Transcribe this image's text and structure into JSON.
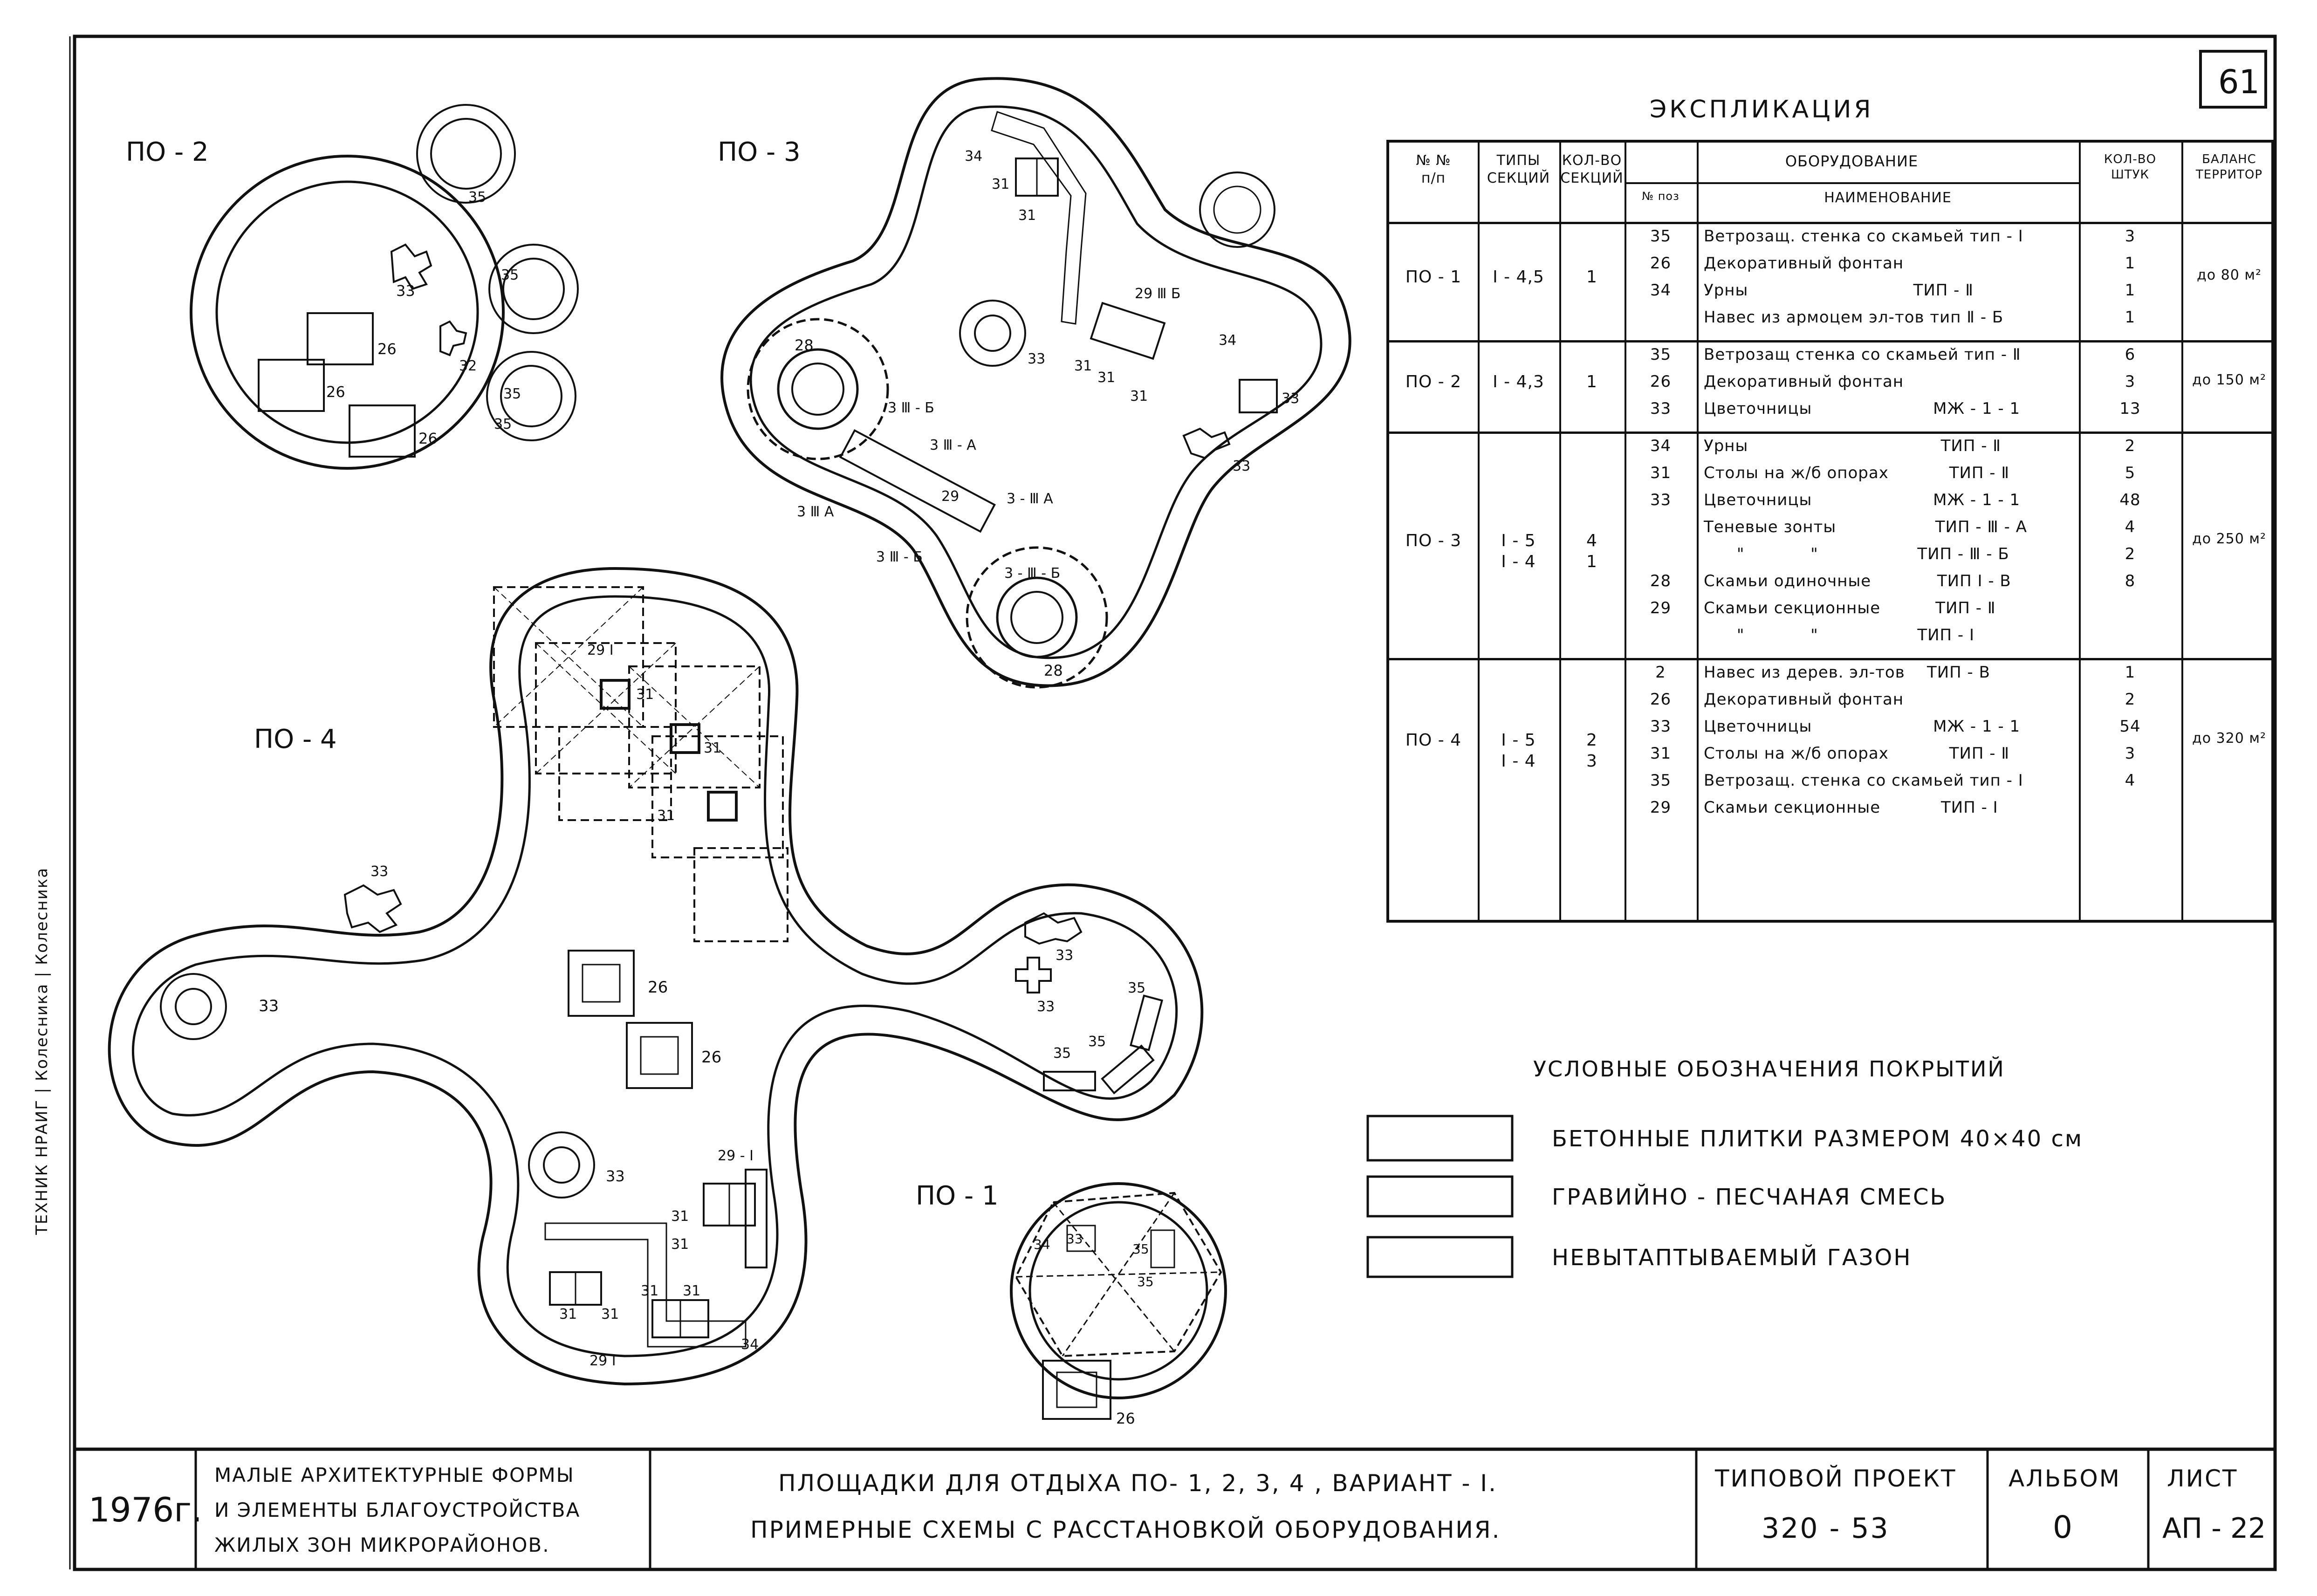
{
  "sheet_number": "61",
  "side_stamp": {
    "text": "ТЕХНИК НРАИГ | Колесника | Колесника"
  },
  "plans": {
    "po2": {
      "label": "ПО - 2",
      "numbers": [
        "35",
        "35",
        "33",
        "26",
        "26",
        "26",
        "32",
        "35",
        "35"
      ]
    },
    "po3": {
      "label": "ПО - 3",
      "numbers": [
        "34",
        "31",
        "31",
        "29 Ⅲ Б",
        "34",
        "33",
        "31",
        "31",
        "31",
        "33",
        "28",
        "3 Ⅲ - Б",
        "3 Ⅲ - А",
        "29",
        "3 - Ⅲ А",
        "3 Ⅲ А",
        "3 Ⅲ - Б",
        "33",
        "3 - Ⅲ - Б",
        "28"
      ]
    },
    "po4": {
      "label": "ПО - 4",
      "numbers": [
        "29 Ⅰ",
        "31",
        "31",
        "31",
        "33",
        "33",
        "26",
        "26",
        "33",
        "33",
        "35",
        "35",
        "35",
        "33",
        "29 - Ⅰ",
        "31",
        "31",
        "31",
        "31",
        "31",
        "31",
        "29 Ⅰ",
        "34"
      ]
    },
    "po1": {
      "label": "ПО - 1",
      "numbers": [
        "34",
        "33",
        "35",
        "35",
        "26"
      ]
    }
  },
  "explication": {
    "title": "ЭКСПЛИКАЦИЯ",
    "headers": {
      "num": "№ №\nп/п",
      "types": "ТИПЫ\nСЕКЦИЙ",
      "sections": "КОЛ-ВО\nСЕКЦИЙ",
      "equipment": "ОБОРУДОВАНИЕ",
      "pos": "№ поз",
      "name": "НАИМЕНОВАНИЕ",
      "qty": "КОЛ-ВО\nШТУК",
      "balance": "БАЛАНС\nТЕРРИТОР"
    },
    "groups": [
      {
        "id": "ПО - 1",
        "types": "Ⅰ - 4,5",
        "sections": "1",
        "balance": "до 80 м²",
        "rows": [
          {
            "pos": "35",
            "name": "Ветрозащ. стенка со скамьей тип - Ⅰ",
            "qty": "3"
          },
          {
            "pos": "26",
            "name": "Декоративный фонтан",
            "qty": "1"
          },
          {
            "pos": "34",
            "name": "Урны                              ТИП - Ⅱ",
            "qty": "1"
          },
          {
            "pos": "",
            "name": "Навес из армоцем эл-тов тип Ⅱ - Б",
            "qty": "1"
          }
        ]
      },
      {
        "id": "ПО - 2",
        "types": "Ⅰ - 4,3",
        "sections": "1",
        "balance": "до 150 м²",
        "rows": [
          {
            "pos": "35",
            "name": "Ветрозащ стенка со скамьей тип - Ⅱ",
            "qty": "6"
          },
          {
            "pos": "26",
            "name": "Декоративный фонтан",
            "qty": "3"
          },
          {
            "pos": "33",
            "name": "Цветочницы                      МЖ - 1 - 1",
            "qty": "13"
          }
        ]
      },
      {
        "id": "ПО - 3",
        "types": "Ⅰ - 5\nⅠ - 4",
        "sections": "4\n1",
        "balance": "до 250 м²",
        "rows": [
          {
            "pos": "34",
            "name": "Урны                                   ТИП - Ⅱ",
            "qty": "2"
          },
          {
            "pos": "31",
            "name": "Столы на ж/б опорах           ТИП - Ⅱ",
            "qty": "5"
          },
          {
            "pos": "33",
            "name": "Цветочницы                      МЖ - 1 - 1",
            "qty": "48"
          },
          {
            "pos": "",
            "name": "Теневые зонты                  ТИП - Ⅲ - А",
            "qty": "4"
          },
          {
            "pos": "",
            "name": "      \"            \"                  ТИП - Ⅲ - Б",
            "qty": "2"
          },
          {
            "pos": "28",
            "name": "Скамьи одиночные            ТИП Ⅰ - В",
            "qty": "8"
          },
          {
            "pos": "29",
            "name": "Скамьи секционные          ТИП - Ⅱ",
            "qty": ""
          },
          {
            "pos": "",
            "name": "      \"            \"                  ТИП - Ⅰ",
            "qty": ""
          }
        ]
      },
      {
        "id": "ПО - 4",
        "types": "Ⅰ - 5\nⅠ - 4",
        "sections": "2\n3",
        "balance": "до 320 м²",
        "rows": [
          {
            "pos": "2",
            "name": "Навес из дерев. эл-тов    ТИП - В",
            "qty": "1"
          },
          {
            "pos": "26",
            "name": "Декоративный фонтан",
            "qty": "2"
          },
          {
            "pos": "33",
            "name": "Цветочницы                      МЖ - 1 - 1",
            "qty": "54"
          },
          {
            "pos": "31",
            "name": "Столы на ж/б опорах           ТИП - Ⅱ",
            "qty": "3"
          },
          {
            "pos": "35",
            "name": "Ветрозащ. стенка со скамьей тип - Ⅰ",
            "qty": "4"
          },
          {
            "pos": "29",
            "name": "Скамьи секционные           ТИП - Ⅰ",
            "qty": ""
          }
        ]
      }
    ]
  },
  "legend": {
    "title": "УСЛОВНЫЕ ОБОЗНАЧЕНИЯ ПОКРЫТИЙ",
    "items": [
      {
        "pattern": "grid",
        "label": "БЕТОННЫЕ ПЛИТКИ РАЗМЕРОМ 40×40 см"
      },
      {
        "pattern": "plain",
        "label": "ГРАВИЙНО - ПЕСЧАНАЯ  СМЕСЬ"
      },
      {
        "pattern": "hatch",
        "label": "НЕВЫТАПТЫВАЕМЫЙ  ГАЗОН"
      }
    ]
  },
  "title_block": {
    "year": "1976г.",
    "album_subject": [
      "МАЛЫЕ АРХИТЕКТУРНЫЕ ФОРМЫ",
      "И ЭЛЕМЕНТЫ БЛАГОУСТРОЙСТВА",
      "ЖИЛЫХ ЗОН  МИКРОРАЙОНОВ."
    ],
    "sheet_title": [
      "ПЛОЩАДКИ ДЛЯ ОТДЫХА ПО- 1, 2, 3, 4 , ВАРИАНТ - Ⅰ.",
      "ПРИМЕРНЫЕ СХЕМЫ С РАССТАНОВКОЙ ОБОРУДОВАНИЯ."
    ],
    "project_label": "ТИПОВОЙ ПРОЕКТ",
    "project_value": "320 - 53",
    "album_label": "АЛЬБОМ",
    "album_value": "0",
    "sheet_label": "ЛИСТ",
    "sheet_value": "АП - 22"
  },
  "colors": {
    "ink": "#111111",
    "paper": "#ffffff"
  }
}
